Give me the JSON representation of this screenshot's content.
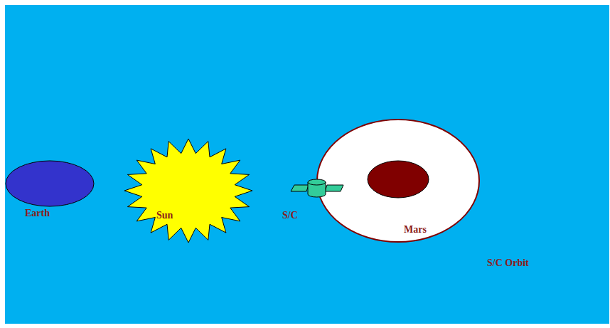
{
  "diagram": {
    "labels": [
      "Earth",
      "Sun",
      "S/C",
      "Mars",
      "S/C Orbit"
    ]
  }
}
